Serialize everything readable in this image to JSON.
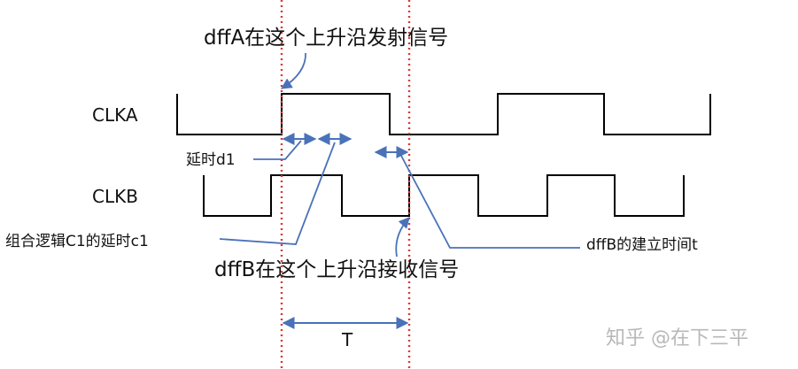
{
  "labels": {
    "dffa_send": "dffA在这个上升沿发射信号",
    "clka": "CLKA",
    "clkb": "CLKB",
    "delay_d1": "延时d1",
    "comb_delay": "组合逻辑C1的延时c1",
    "dffb_receive": "dffB在这个上升沿接收信号",
    "setup_time": "dffB的建立时间t",
    "period": "T",
    "watermark": "知乎 @在下三平"
  },
  "colors": {
    "waveform": "#000000",
    "annotation": "#4a72b8",
    "edge_marker": "#d9383a",
    "watermark": "#b8b8b8"
  }
}
